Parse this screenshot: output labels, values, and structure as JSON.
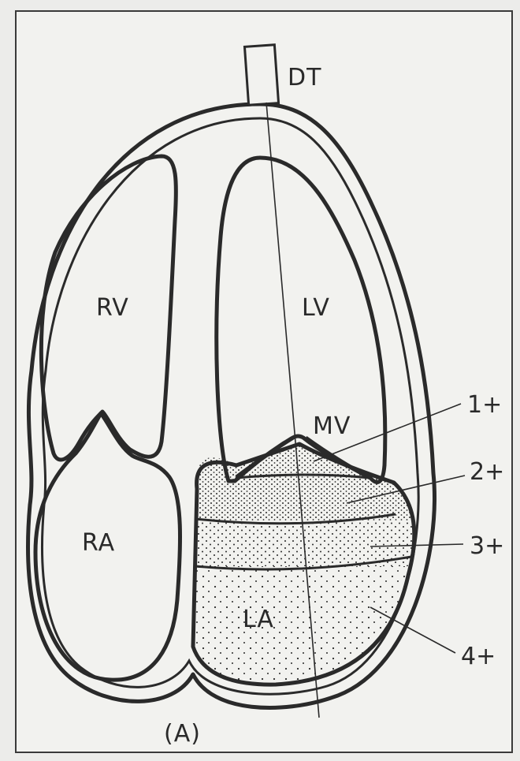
{
  "labels": {
    "transducer": "DT",
    "right_ventricle": "RV",
    "left_ventricle": "LV",
    "mitral_valve": "MV",
    "right_atrium": "RA",
    "left_atrium": "LA",
    "panel": "(A)"
  },
  "grades": [
    "1+",
    "2+",
    "3+",
    "4+"
  ],
  "colors": {
    "ink": "#2a2a2a",
    "paper": "#ececea"
  }
}
